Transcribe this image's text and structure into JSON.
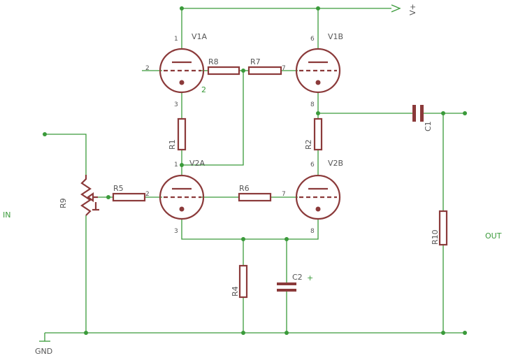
{
  "labels": {
    "v1a": "V1A",
    "v1b": "V1B",
    "v2a": "V2A",
    "v2b": "V2B",
    "r1": "R1",
    "r2": "R2",
    "r4": "R4",
    "r5": "R5",
    "r6": "R6",
    "r7": "R7",
    "r8": "R8",
    "r9": "R9",
    "r10": "R10",
    "c1": "C1",
    "c2": "C2",
    "c2_polarity": "+",
    "vplus": "V+",
    "gnd": "GND",
    "in": "IN",
    "out": "OUT",
    "v1a_grid_marker": "2"
  },
  "pins": {
    "v1a_plate": "1",
    "v1a_grid": "2",
    "v1a_cathode": "3",
    "v1b_plate": "6",
    "v1b_grid": "7",
    "v1b_cathode": "8",
    "v2a_plate": "1",
    "v2a_grid": "2",
    "v2a_cathode": "3",
    "v2b_plate": "6",
    "v2b_grid": "7",
    "v2b_cathode": "8"
  },
  "colors": {
    "wire": "#3a9a3a",
    "component": "#8b3a3a",
    "text": "#555555"
  }
}
